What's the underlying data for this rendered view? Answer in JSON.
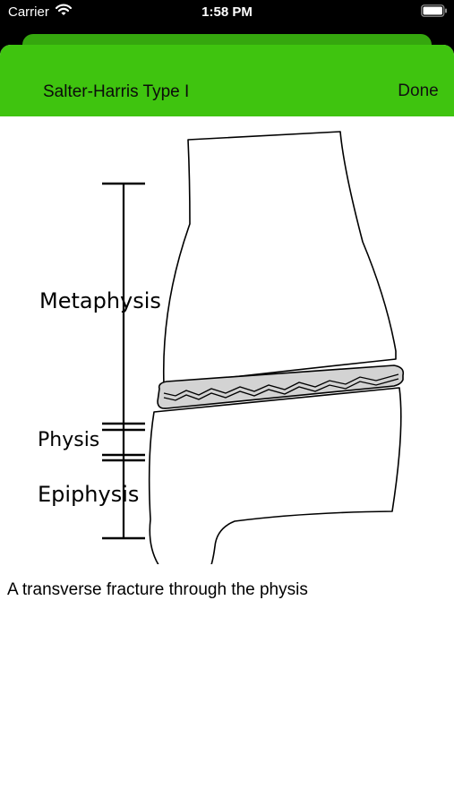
{
  "status_bar": {
    "carrier": "Carrier",
    "time": "1:58 PM",
    "wifi_icon": "wifi-icon",
    "battery_icon": "battery-full-icon"
  },
  "colors": {
    "nav_green": "#3fc40f",
    "back_sheet_green": "#35a70e",
    "physis_fill": "#d3d3d3"
  },
  "nav": {
    "title": "Salter-Harris Type I",
    "done_label": "Done"
  },
  "diagram": {
    "labels": {
      "metaphysis": "Metaphysis",
      "physis": "Physis",
      "epiphysis": "Epiphysis"
    }
  },
  "caption": "A transverse fracture through the physis"
}
